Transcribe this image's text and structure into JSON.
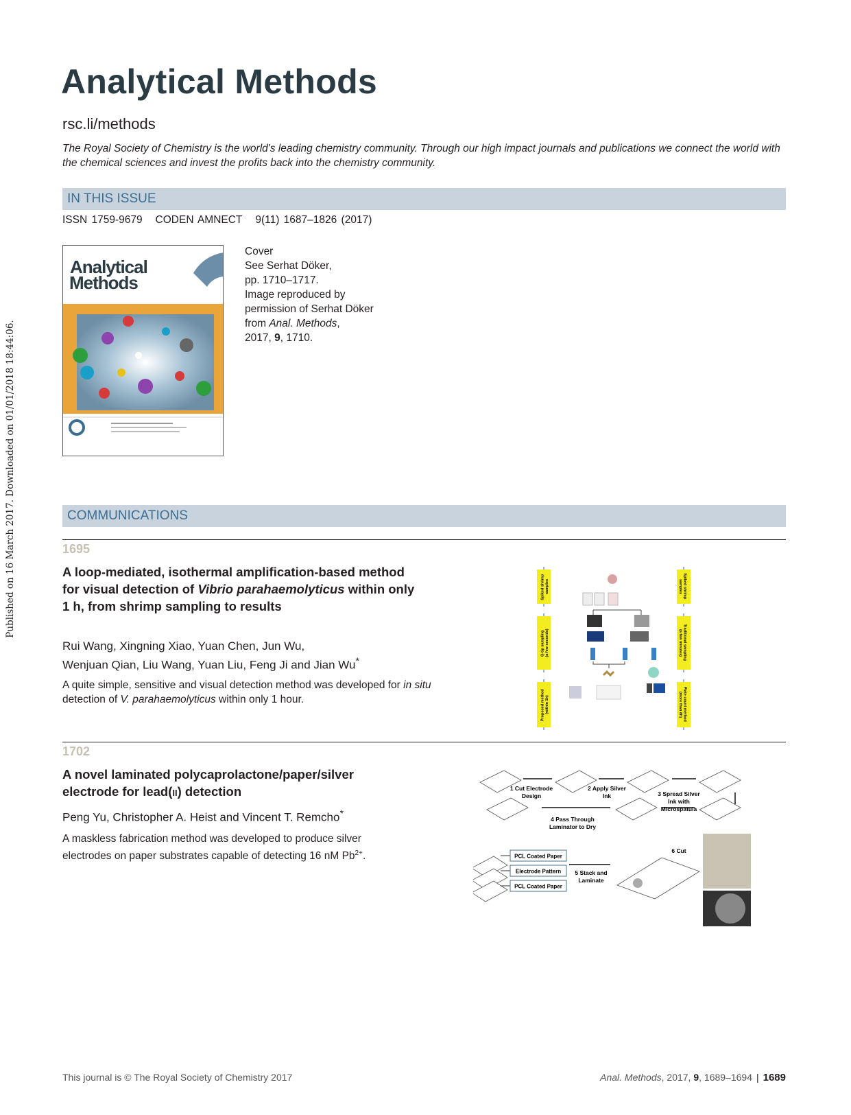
{
  "header": {
    "journal_title": "Analytical Methods",
    "url": "rsc.li/methods",
    "intro": "The Royal Society of Chemistry is the world's leading chemistry community. Through our high impact journals and publications we connect the world with the chemical sciences and invest the profits back into the chemistry community."
  },
  "side_note": "Published on 16 March 2017. Downloaded on 01/01/2018 18:44:06.",
  "in_this_issue": {
    "heading": "IN THIS ISSUE",
    "issn": "ISSN 1759-9679",
    "coden": "CODEN AMNECT",
    "volume": "9(11) 1687–1826 (2017)",
    "cover": {
      "logo_text": "Analytical Methods",
      "label": "Cover",
      "line1": "See Serhat Döker,",
      "line2": "pp. 1710–1717.",
      "line3": "Image reproduced by",
      "line4": "permission of Serhat Döker",
      "line5_prefix": "from ",
      "line5_journal": "Anal. Methods",
      "line5_suffix": ",",
      "line6_year": "2017, ",
      "line6_vol": "9",
      "line6_page": ", 1710."
    }
  },
  "communications": {
    "heading": "COMMUNICATIONS",
    "articles": [
      {
        "page": "1695",
        "title_a": "A loop-mediated, isothermal amplification-based method for visual detection of ",
        "title_italic": "Vibrio parahaemolyticus",
        "title_b": " within only 1 h, from shrimp sampling to results",
        "authors_line1": "Rui Wang, Xingning Xiao, Yuan Chen, Jun Wu,",
        "authors_line2": "Wenjuan Qian, Liu Wang, Yuan Liu, Feng Ji and Jian Wu",
        "corresponding_mark": "*",
        "abstract_a": "A quite simple, sensitive and visual detection method was developed for ",
        "abstract_i1": "in situ",
        "abstract_b": " detection of ",
        "abstract_i2": "V. parahaemolyticus",
        "abstract_c": " within only 1 hour.",
        "figure_labels": {
          "left": [
            "Spiked shrimp samples",
            "Q-tip sampling (a few seconds)",
            "Proposed method (within 1h)"
          ],
          "right": [
            "Spiked shrimp samples",
            "Traditional sampling (a few minutes)",
            "Plate count method (more than 8h)"
          ]
        }
      },
      {
        "page": "1702",
        "title_a": "A novel laminated polycaprolactone/paper/silver electrode for lead(",
        "title_sc": "II",
        "title_b": ") detection",
        "authors": "Peng Yu, Christopher A. Heist and Vincent T. Remcho",
        "corresponding_mark": "*",
        "abstract_a": "A maskless fabrication method was developed to produce silver electrodes on paper substrates capable of detecting 16 nM Pb",
        "abstract_sup": "2+",
        "abstract_b": ".",
        "figure_labels": {
          "step1": [
            "1 Cut Electrode",
            "Design"
          ],
          "step2": [
            "2 Apply Silver",
            "Ink"
          ],
          "step3": [
            "3 Spread Silver",
            "Ink with",
            "Microspatula"
          ],
          "step4": [
            "4 Pass Through",
            "Laminator to Dry"
          ],
          "step5": [
            "5 Stack and",
            "Laminate"
          ],
          "step6": "6 Cut",
          "layers": [
            "PCL Coated Paper",
            "Electrode Pattern",
            "PCL Coated Paper"
          ]
        }
      }
    ]
  },
  "footer": {
    "left": "This journal is © The Royal Society of Chemistry 2017",
    "citation_journal": "Anal. Methods",
    "citation_year": ", 2017, ",
    "citation_vol": "9",
    "citation_pages": ", 1689–1694",
    "separator": "|",
    "page_number": "1689"
  },
  "colors": {
    "section_bar": "#c9d3dd",
    "section_text": "#3a6f93",
    "page_number": "#c6c1b3",
    "title": "#2b3b43",
    "figure_label_bg": "#f3ec1f"
  }
}
